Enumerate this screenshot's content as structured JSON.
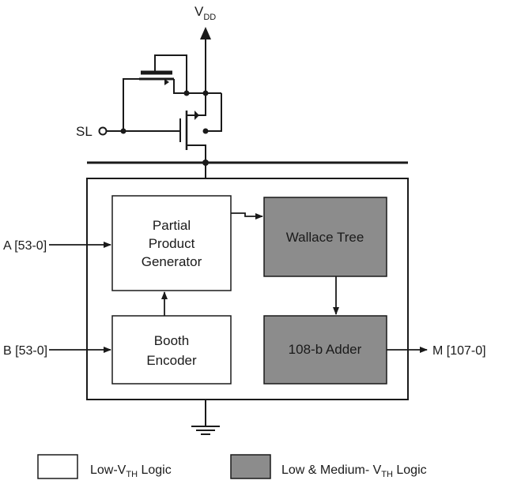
{
  "supply": {
    "label": "V",
    "sub": "DD"
  },
  "sleep": {
    "label": "SL"
  },
  "inputs": {
    "a": "A [53-0]",
    "b": "B [53-0]"
  },
  "output": {
    "m": "M [107-0]"
  },
  "blocks": {
    "partial_product": [
      "Partial",
      "Product",
      "Generator"
    ],
    "wallace_tree": "Wallace Tree",
    "booth_encoder": [
      "Booth",
      "Encoder"
    ],
    "adder": "108-b Adder"
  },
  "legend": {
    "low_vth": {
      "prefix": "Low-V",
      "sub": "TH",
      "suffix": " Logic"
    },
    "low_medium_vth": {
      "prefix": "Low & Medium- V",
      "sub": "TH",
      "suffix": " Logic"
    }
  },
  "colors": {
    "low_vth_fill": "#ffffff",
    "medium_vth_fill": "#8c8c8c",
    "stroke": "#1a1a1a"
  }
}
